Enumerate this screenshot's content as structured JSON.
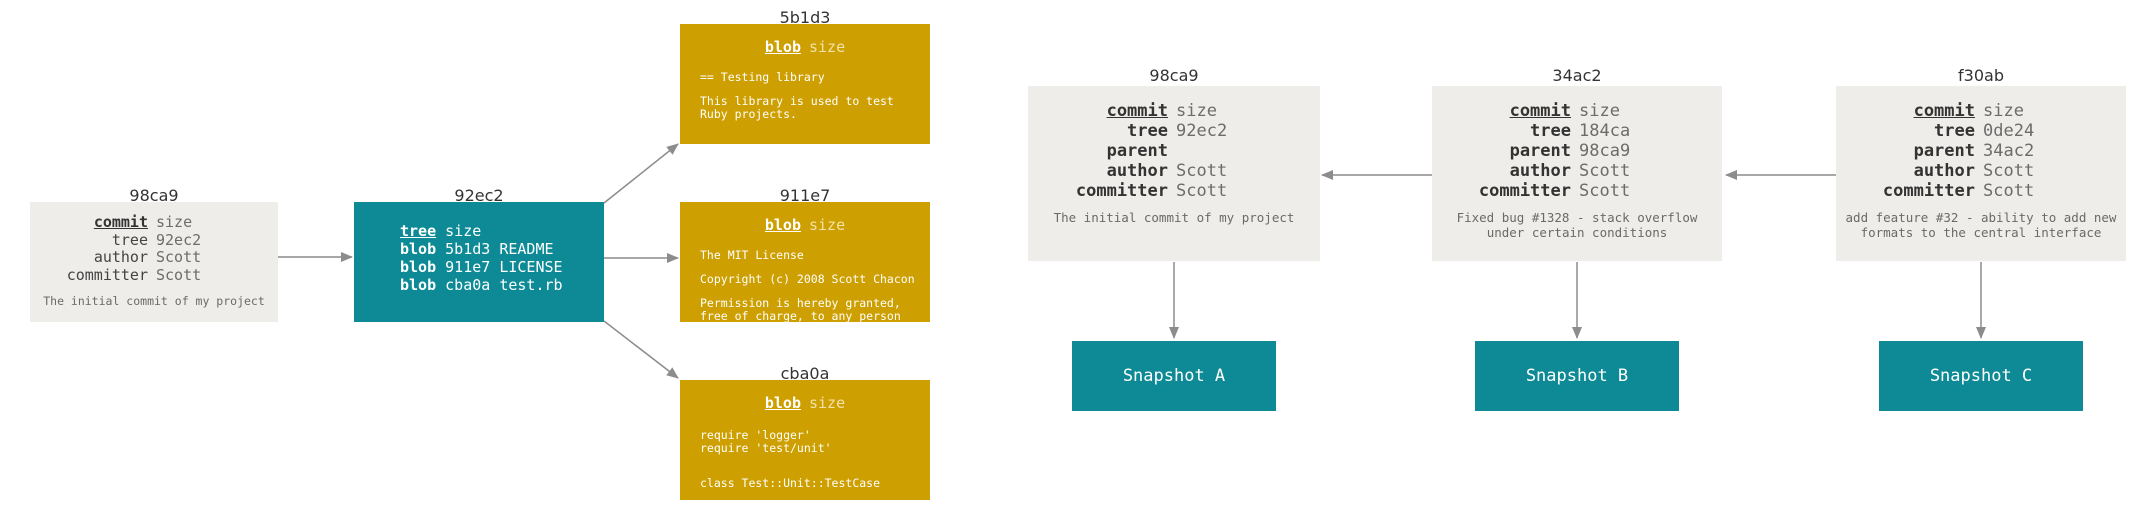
{
  "left": {
    "commit": {
      "hash": "98ca9",
      "rows": [
        {
          "key": "commit",
          "value": "size"
        },
        {
          "key": "tree",
          "value": "92ec2"
        },
        {
          "key": "author",
          "value": "Scott"
        },
        {
          "key": "committer",
          "value": "Scott"
        }
      ],
      "message": "The initial commit of my project"
    },
    "tree": {
      "hash": "92ec2",
      "rows": [
        {
          "type": "tree",
          "text": "size"
        },
        {
          "type": "blob",
          "text": "5b1d3 README"
        },
        {
          "type": "blob",
          "text": "911e7 LICENSE"
        },
        {
          "type": "blob",
          "text": "cba0a test.rb"
        }
      ]
    },
    "blobs": [
      {
        "hash": "5b1d3",
        "label": "blob",
        "size": "size",
        "lines": [
          "== Testing library",
          "",
          "This library is used to test",
          "Ruby projects."
        ]
      },
      {
        "hash": "911e7",
        "label": "blob",
        "size": "size",
        "lines": [
          "The MIT License",
          "",
          "Copyright (c) 2008 Scott Chacon",
          "",
          "Permission is hereby granted,",
          "free of charge, to any person"
        ]
      },
      {
        "hash": "cba0a",
        "label": "blob",
        "size": "size",
        "lines": [
          "require 'logger'",
          "require 'test/unit'",
          "",
          "",
          "class Test::Unit::TestCase"
        ]
      }
    ]
  },
  "right": {
    "commits": [
      {
        "hash": "98ca9",
        "rows": [
          {
            "key": "commit",
            "value": "size"
          },
          {
            "key": "tree",
            "value": "92ec2"
          },
          {
            "key": "parent",
            "value": ""
          },
          {
            "key": "author",
            "value": "Scott"
          },
          {
            "key": "committer",
            "value": "Scott"
          }
        ],
        "message": [
          "The initial commit of my project"
        ],
        "snapshot": "Snapshot A"
      },
      {
        "hash": "34ac2",
        "rows": [
          {
            "key": "commit",
            "value": "size"
          },
          {
            "key": "tree",
            "value": "184ca"
          },
          {
            "key": "parent",
            "value": "98ca9"
          },
          {
            "key": "author",
            "value": "Scott"
          },
          {
            "key": "committer",
            "value": "Scott"
          }
        ],
        "message": [
          "Fixed bug #1328 - stack overflow",
          "under certain conditions"
        ],
        "snapshot": "Snapshot B"
      },
      {
        "hash": "f30ab",
        "rows": [
          {
            "key": "commit",
            "value": "size"
          },
          {
            "key": "tree",
            "value": "0de24"
          },
          {
            "key": "parent",
            "value": "34ac2"
          },
          {
            "key": "author",
            "value": "Scott"
          },
          {
            "key": "committer",
            "value": "Scott"
          }
        ],
        "message": [
          "add feature #32 - ability to add new",
          "formats to the central interface"
        ],
        "snapshot": "Snapshot C"
      }
    ]
  },
  "colors": {
    "commit_bg": "#eeede9",
    "tree_bg": "#0d8a95",
    "blob_bg": "#cd9f00",
    "arrow": "#8c8c8c"
  }
}
